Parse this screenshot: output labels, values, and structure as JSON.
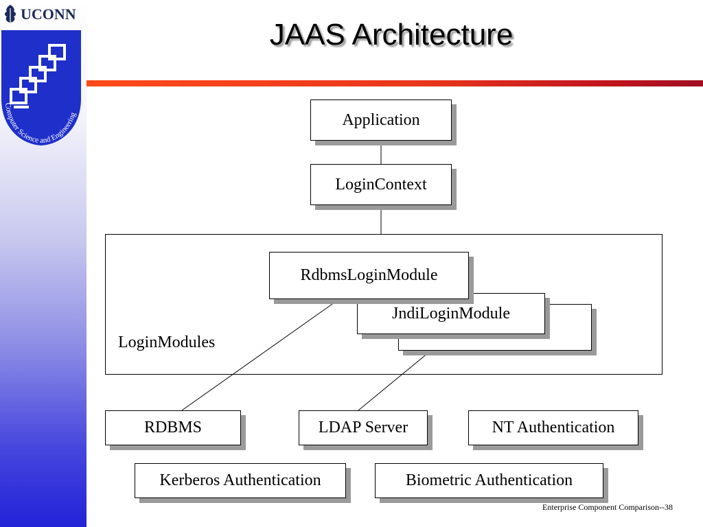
{
  "header": {
    "institution": "UCONN",
    "title": "JAAS Architecture"
  },
  "logo": {
    "ring_text": "Computer Science and Engineering",
    "icon": "stacked-computers-icon"
  },
  "diagram": {
    "application": "Application",
    "login_context": "LoginContext",
    "modules_label": "LoginModules",
    "rdbms_module": "RdbmsLoginModule",
    "jndi_module": "JndiLoginModule",
    "backends": [
      "RDBMS",
      "LDAP Server",
      "NT Authentication",
      "Kerberos Authentication",
      "Biometric Authentication"
    ]
  },
  "footer": {
    "text": "Enterprise Component Comparison--38"
  },
  "colors": {
    "title_rule": "#e8361c",
    "sidebar_blue": "#2323d8",
    "logo_blue": "#1f2fc9",
    "shadow": "#9a9a9a"
  }
}
